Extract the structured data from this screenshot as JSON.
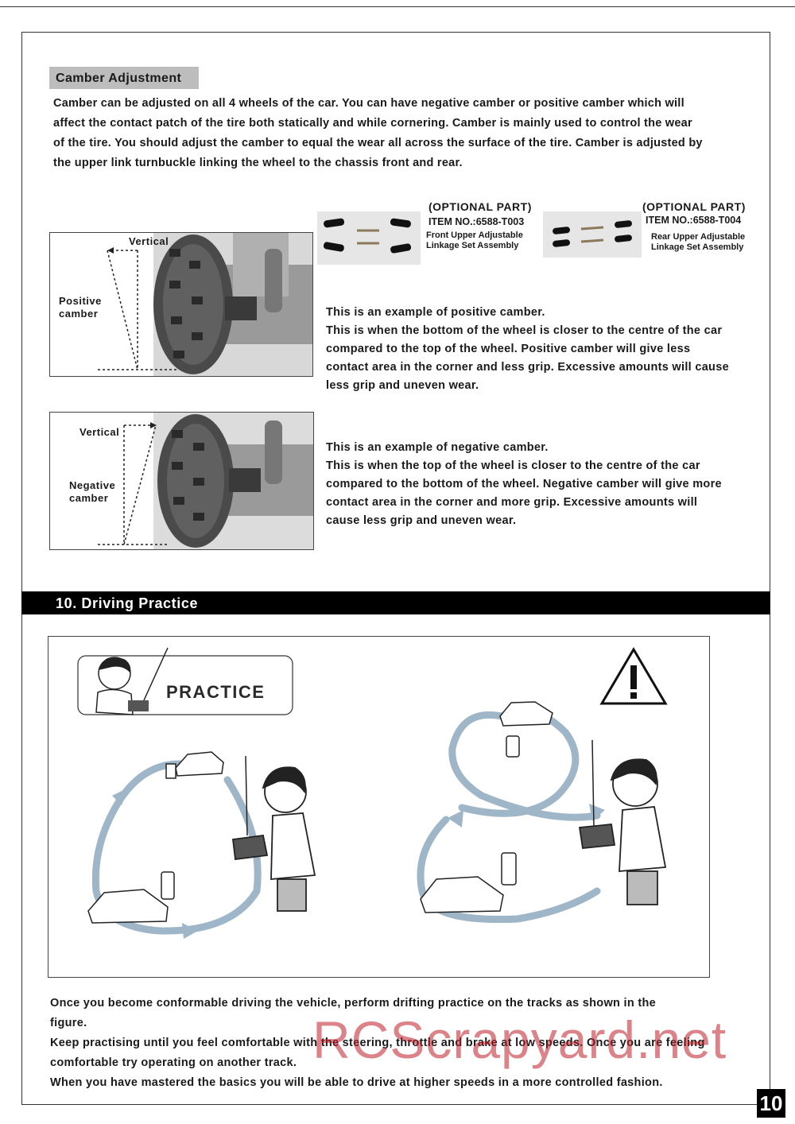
{
  "camber": {
    "heading": "Camber Adjustment",
    "intro_lines": [
      "Camber can be adjusted on all 4 wheels of the car. You can have negative camber or positive camber which will",
      "affect the contact patch of the tire both statically and while cornering. Camber is mainly used to control the wear",
      "of the tire. You should adjust the camber to equal the wear all across the surface of the tire. Camber is adjusted by",
      "the upper link  turnbuckle linking the wheel to the chassis front and rear."
    ]
  },
  "optional_parts": [
    {
      "heading": "(OPTIONAL PART)",
      "item_no": "ITEM NO.:6588-T003",
      "desc_lines": [
        "Front Upper Adjustable",
        "Linkage Set Assembly"
      ]
    },
    {
      "heading": "(OPTIONAL PART)",
      "item_no": "ITEM NO.:6588-T004",
      "desc_lines": [
        "Rear Upper Adjustable",
        "Linkage Set Assembly"
      ]
    }
  ],
  "positive": {
    "label_vertical": "Vertical",
    "label_line1": "Positive",
    "label_line2": "camber",
    "text_lines": [
      "This is an example of positive camber.",
      "This is when the bottom of the wheel is closer to the centre of the car",
      "compared to the top of the wheel. Positive camber will give less",
      "contact area in the corner and less grip. Excessive amounts will cause",
      "less grip and uneven wear."
    ]
  },
  "negative": {
    "label_vertical": "Vertical",
    "label_line1": "Negative",
    "label_line2": "camber",
    "text_lines": [
      "This is an example of negative camber.",
      "This is when the top of the wheel is closer to the centre of  the car",
      "compared to the bottom of the wheel. Negative camber will give more",
      "contact area in the corner and more grip. Excessive amounts will",
      "cause less grip and  uneven wear."
    ]
  },
  "driving": {
    "section_title": "10. Driving Practice",
    "practice_label": "PRACTICE",
    "text_lines": [
      "Once you become conformable driving the vehicle, perform drifting practice on the tracks as shown in the",
      "figure.",
      "Keep practising until you feel comfortable with the steering, throttle and brake at  low speeds. Once you are feeling",
      "comfortable try operating  on  another track.",
      "When you have mastered the basics you will be able to drive at higher speeds in a more controlled fashion."
    ]
  },
  "watermark": "RCScrapyard.net",
  "page_number": "10",
  "colors": {
    "section_bar": "#000000",
    "tag_bg": "#bdbdbd",
    "track_arrow": "#9fb6c8",
    "watermark": "#be1e28"
  }
}
